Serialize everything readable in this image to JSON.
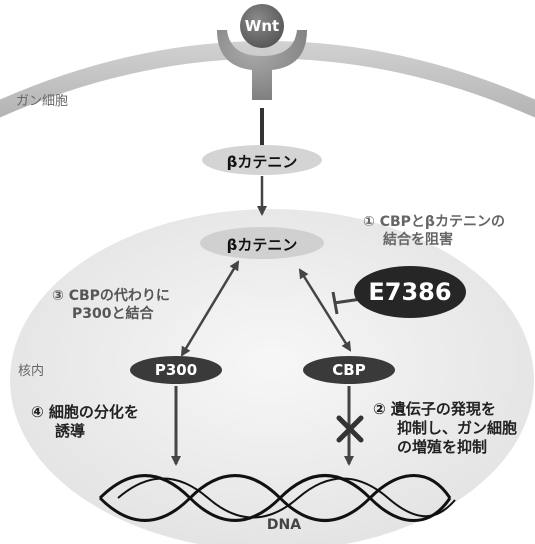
{
  "labels": {
    "wnt": "Wnt",
    "cancer_cell": "ガン細胞",
    "beta_catenin_cyto": "βカテニン",
    "beta_catenin_nuc": "βカテニン",
    "nucleus": "核内",
    "p300": "P300",
    "cbp": "CBP",
    "e7386": "E7386",
    "dna": "DNA"
  },
  "annotations": {
    "step1": [
      "① CBPとβカテニンの",
      "結合を阻害"
    ],
    "step2": [
      "② 遺伝子の発現を",
      "抑制し、ガン細胞",
      "の増殖を抑制"
    ],
    "step3": [
      "③ CBPの代わりに",
      "P300と結合"
    ],
    "step4": [
      "④ 細胞の分化を",
      "誘導"
    ]
  },
  "colors": {
    "membrane": "#c4c4c4",
    "nucleus_fill": "#ececec",
    "light_pill": "#d6d6d6",
    "dark_pill": "#3a3a3a",
    "e7386_fill": "#262626",
    "arrow": "#444444",
    "text_dark": "#222222",
    "text_gray": "#666666"
  }
}
